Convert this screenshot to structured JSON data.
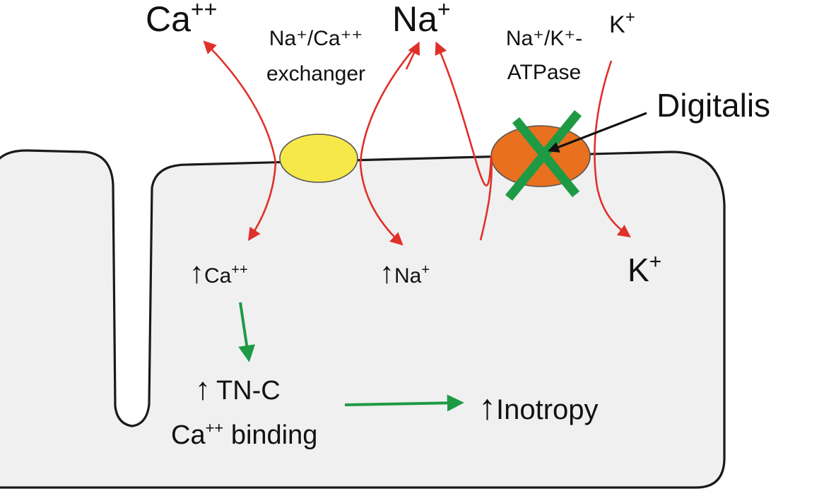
{
  "ions_outside": {
    "calcium": "Ca",
    "calcium_charge": "++",
    "sodium": "Na",
    "sodium_charge": "+",
    "potassium": "K",
    "potassium_charge": "+"
  },
  "transporters": {
    "exchanger_line1": "Na⁺/Ca⁺⁺",
    "exchanger_line2": "exchanger",
    "pump_line1": "Na⁺/K⁺-",
    "pump_line2": "ATPase"
  },
  "drug": {
    "label": "Digitalis"
  },
  "ions_inside": {
    "up_arrow": "↑",
    "calcium": "Ca",
    "calcium_charge": "++",
    "sodium": "Na",
    "sodium_charge": "+",
    "potassium": "K",
    "potassium_charge": "+"
  },
  "effects": {
    "tnc_line1": "TN-C",
    "tnc_line2_prefix": "Ca",
    "tnc_line2_charge": "++",
    "tnc_line2_suffix": " binding",
    "inotropy": "Inotropy"
  },
  "colors": {
    "flux_arrows": "#e0302a",
    "cascade_arrows": "#1e9a45",
    "exchanger_fill": "#f7e84a",
    "pump_fill": "#e8701e",
    "block_mark": "#1e9a45",
    "cell_fill": "#f0f0f0"
  }
}
